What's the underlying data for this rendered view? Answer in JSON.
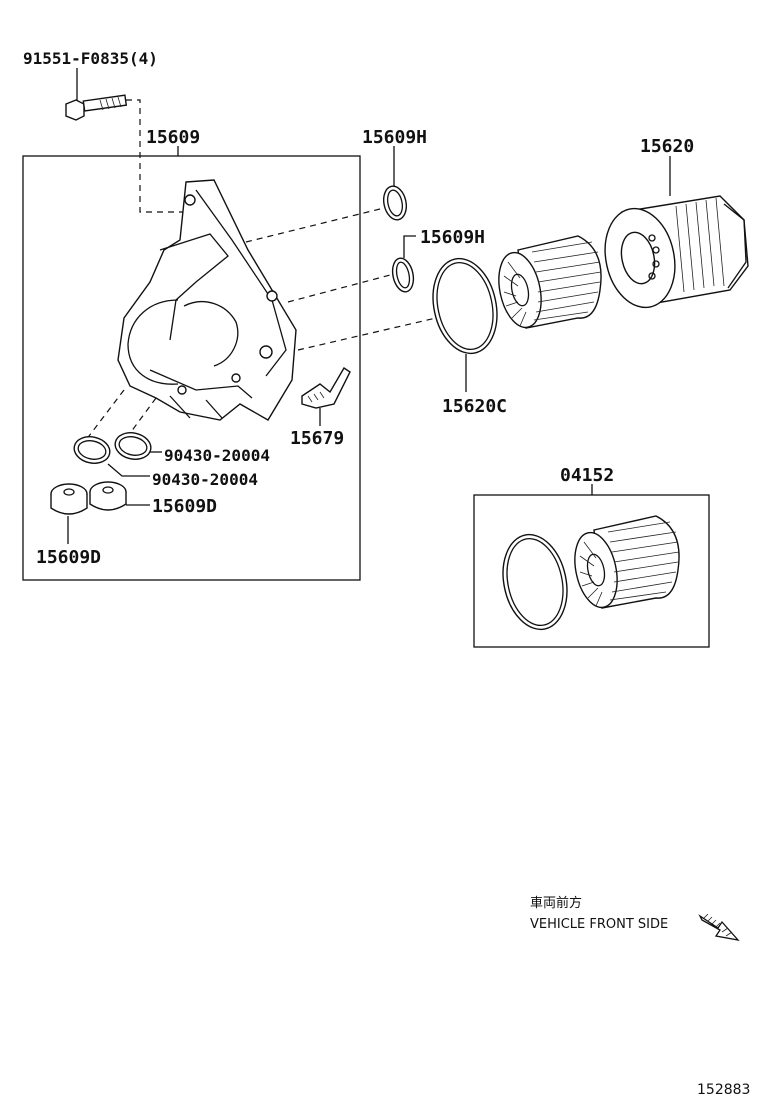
{
  "diagram": {
    "labels": {
      "bolt": "91551-F0835(4)",
      "housing": "15609",
      "oring_top": "15609H",
      "oring_mid": "15609H",
      "cap": "15620",
      "gasket": "15620C",
      "clip": "15679",
      "oring_a": "90430-20004",
      "oring_b": "90430-20004",
      "plug_right": "15609D",
      "plug_left": "15609D",
      "element_kit": "04152"
    },
    "direction_note": {
      "japanese": "車両前方",
      "english": "VEHICLE FRONT SIDE",
      "icon": "arrow-icon"
    },
    "page_number": "152883"
  }
}
